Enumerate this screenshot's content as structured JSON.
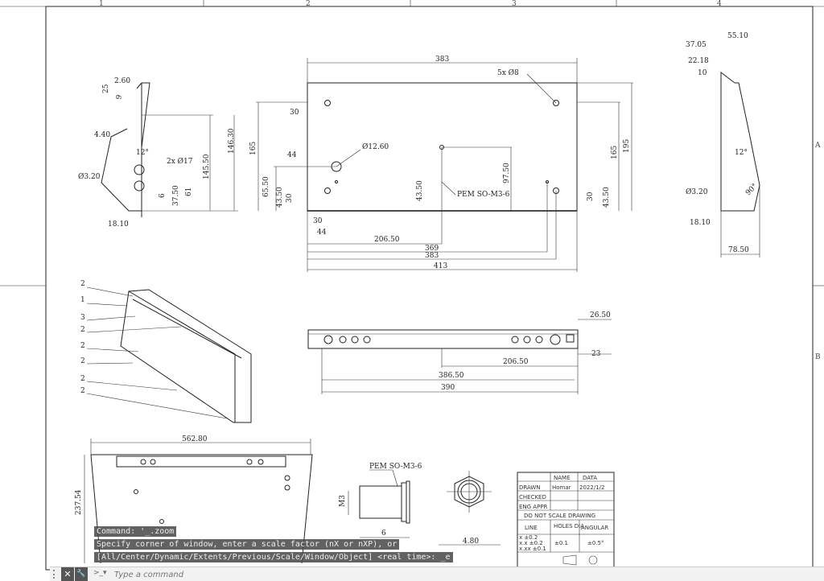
{
  "frame": {
    "columns": [
      "1",
      "2",
      "3",
      "4"
    ],
    "rows": [
      "A",
      "B"
    ]
  },
  "front_view": {
    "top_width": "383",
    "holes_note": "5x Ø8",
    "big_hole": "Ø12.60",
    "pem": "PEM SO-M3-6",
    "left": [
      "30",
      "165",
      "44",
      "65.50",
      "43.50",
      "30",
      "43.50"
    ],
    "mid": "97.50",
    "right": [
      "165",
      "195",
      "30",
      "43.50"
    ],
    "bottom": [
      "30",
      "44",
      "206.50",
      "369",
      "383",
      "413"
    ]
  },
  "left_view": {
    "dims": [
      "2.60",
      "25",
      "9",
      "4.40",
      "12°",
      "2x Ø17",
      "Ø3.20",
      "18.10",
      "6",
      "37.50",
      "61",
      "145.50",
      "146.30"
    ]
  },
  "right_view": {
    "dims": [
      "37.05",
      "55.10",
      "22.18",
      "10",
      "12°",
      "Ø3.20",
      "90°",
      "18.10",
      "78.50"
    ]
  },
  "iso_view": {
    "balloons": [
      "2",
      "1",
      "3",
      "2",
      "2",
      "2",
      "2",
      "2"
    ]
  },
  "top_view": {
    "dims": [
      "26.50",
      "206.50",
      "23",
      "386.50",
      "390"
    ]
  },
  "bottom_view": {
    "dims": [
      "562.80",
      "237.54"
    ]
  },
  "pem_detail": {
    "label": "PEM SO-M3-6",
    "thread": "M3",
    "length": "6",
    "width": "4.80"
  },
  "title_block": {
    "name_h": "NAME",
    "data_h": "DATA",
    "drawn": "DRAWN",
    "drawn_name": "Homar",
    "drawn_date": "2022/1/2",
    "checked": "CHECKED",
    "eng": "ENG APPR",
    "dns": "DO NOT SCALE DRAWING",
    "line": "LINE",
    "holes": "HOLES DIA",
    "angular": "ANGULAR",
    "tol1": "x   ±0.2",
    "tol2": "x.x  ±0.2",
    "tol3": "x.xx  ±0.1",
    "holes_tol": "±0.1",
    "ang_tol": "±0.5°"
  },
  "command": {
    "history": [
      "Command: '_.zoom",
      "Specify corner of window, enter a scale factor (nX or nXP), or",
      "[All/Center/Dynamic/Extents/Previous/Scale/Window/Object] <real time>: _e"
    ],
    "placeholder": "Type a command",
    "close_icon": "✕",
    "settings_icon": "🔧"
  }
}
